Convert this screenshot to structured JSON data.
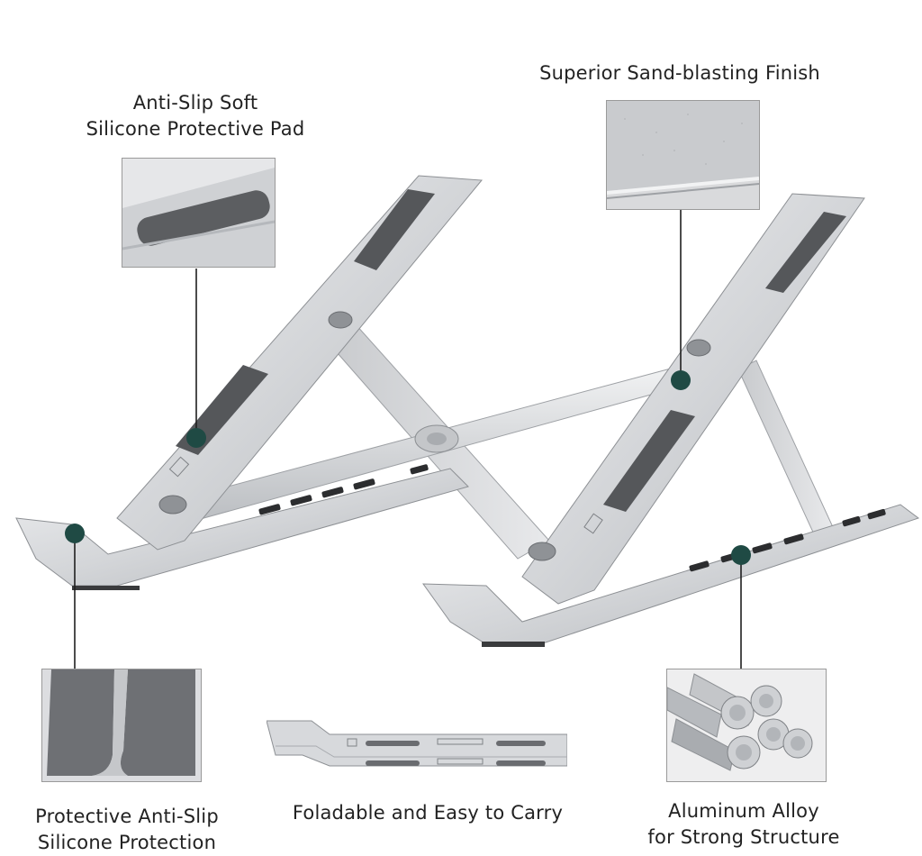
{
  "callouts": {
    "pad": {
      "line1": "Anti-Slip Soft",
      "line2": "Silicone Protective Pad",
      "icon": "silicone-pad-closeup"
    },
    "finish": {
      "line1": "Superior Sand-blasting Finish",
      "icon": "sandblast-texture-closeup"
    },
    "protection": {
      "line1": "Protective Anti-Slip",
      "line2": "Silicone Protection",
      "icon": "feet-closeup"
    },
    "foldable": {
      "line1": "Foladable and Easy to Carry",
      "icon": "folded-stand"
    },
    "alloy": {
      "line1": "Aluminum Alloy",
      "line2": "for Strong Structure",
      "icon": "aluminum-rods"
    }
  },
  "colors": {
    "marker": "#1f4a44",
    "metal_light": "#e4e5e7",
    "metal_mid": "#c7c9cc",
    "metal_dark": "#8d9094",
    "pad": "#5a5c5f"
  }
}
